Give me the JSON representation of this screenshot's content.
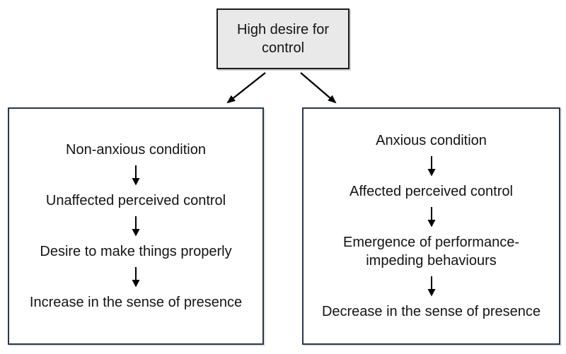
{
  "diagram": {
    "top_box": {
      "label": "High desire for control"
    },
    "left_box": {
      "steps": [
        "Non-anxious condition",
        "Unaffected perceived control",
        "Desire to make things properly",
        "Increase in the sense of presence"
      ]
    },
    "right_box": {
      "steps": [
        "Anxious condition",
        "Affected perceived control",
        "Emergence of performance-impeding behaviours",
        "Decrease in the sense of presence"
      ]
    },
    "icons": {
      "down-arrow-icon": "↓",
      "branch-arrow-icon": "↘"
    },
    "colors": {
      "background": "#ffffff",
      "top_box_fill": "#e9e9e9",
      "top_box_border": "#1c1c1c",
      "flow_box_fill": "#ffffff",
      "flow_box_border": "#24394b",
      "arrow_color": "#000000",
      "text_color": "#141414"
    }
  }
}
